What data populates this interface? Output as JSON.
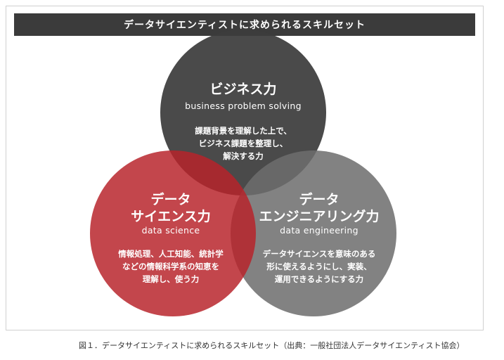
{
  "banner": {
    "title": "データサイエンティストに求められるスキルセット"
  },
  "circles": {
    "business": {
      "title": "ビジネス力",
      "subtitle": "business problem solving",
      "desc": [
        "課題背景を理解した上で、",
        "ビジネス課題を整理し、",
        "解決する力"
      ],
      "color": "#3c3c3c"
    },
    "data_science": {
      "title": [
        "データ",
        "サイエンス力"
      ],
      "subtitle": "data science",
      "desc": [
        "情報処理、人工知能、統計学",
        "などの情報科学系の知恵を",
        "理解し、使う力"
      ],
      "color": "#b8232a"
    },
    "data_engineering": {
      "title": [
        "データ",
        "エンジニアリング力"
      ],
      "subtitle": "data engineering",
      "desc": [
        "データサイエンスを意味のある",
        "形に使えるようにし、実装、",
        "運用できるようにする力"
      ],
      "color": "#6e6e6e"
    }
  },
  "caption": "図１．データサイエンティストに求められるスキルセット（出典：一般社団法人データサイエンティスト協会）"
}
